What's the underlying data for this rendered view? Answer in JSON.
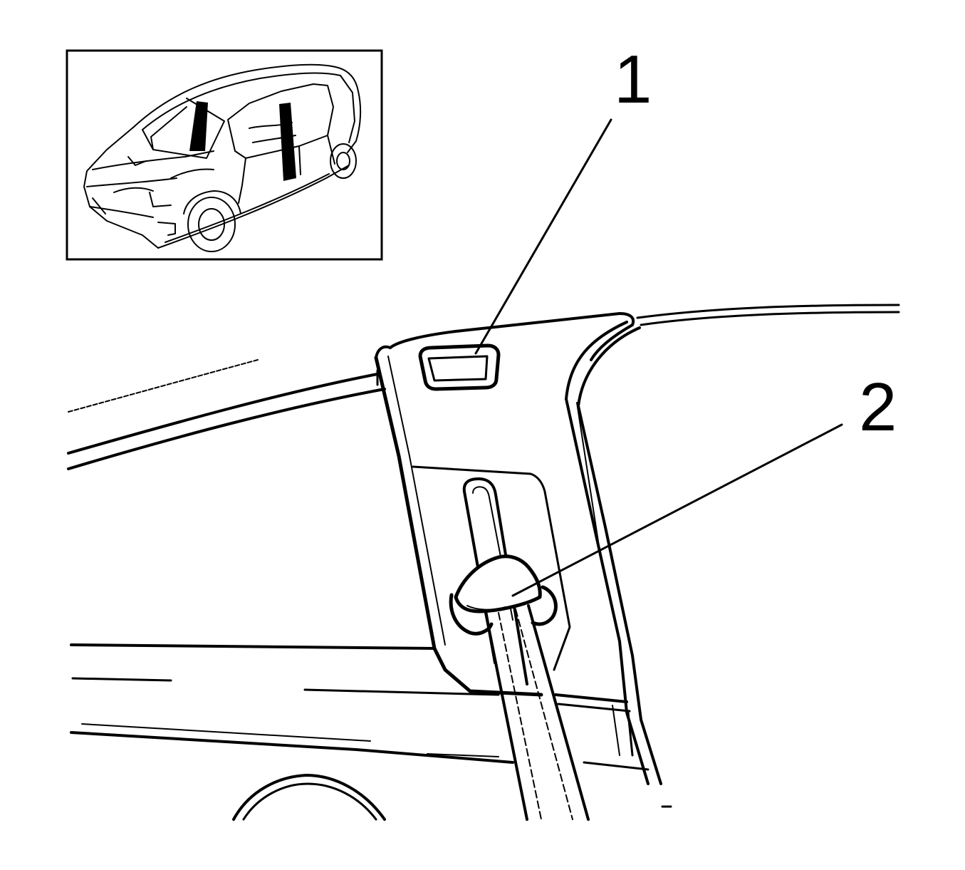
{
  "diagram": {
    "callouts": [
      {
        "label": "1",
        "target": "trim-panel-clip-opening"
      },
      {
        "label": "2",
        "target": "seat-belt-guide"
      }
    ],
    "inset": {
      "subject": "vehicle-overview",
      "highlight": "b-pillar-trim"
    },
    "colors": {
      "line": "#000000",
      "background": "#ffffff"
    }
  }
}
